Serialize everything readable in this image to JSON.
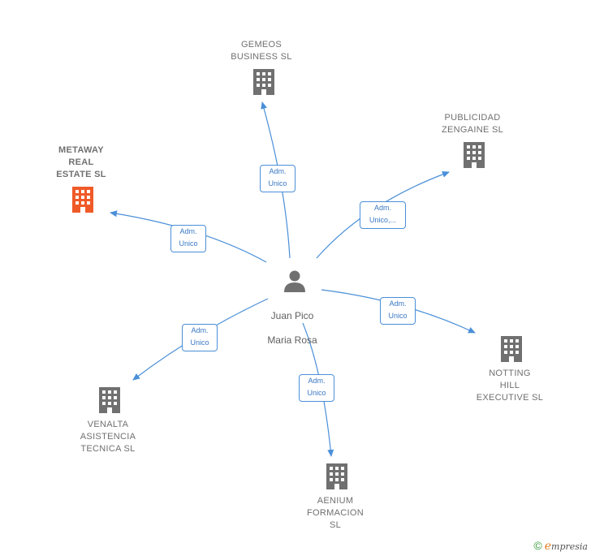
{
  "center": {
    "label_line1": "Juan Pico",
    "label_line2": "Maria Rosa"
  },
  "companies": [
    {
      "id": "gemeos",
      "label": "GEMEOS\nBUSINESS SL",
      "color": "#707070"
    },
    {
      "id": "publicidad",
      "label": "PUBLICIDAD\nZENGAINE SL",
      "color": "#707070"
    },
    {
      "id": "metaway",
      "label": "METAWAY\nREAL\nESTATE SL",
      "color": "#f05a28"
    },
    {
      "id": "notting",
      "label": "NOTTING\nHILL\nEXECUTIVE SL",
      "color": "#707070"
    },
    {
      "id": "venalta",
      "label": "VENALTA\nASISTENCIA\nTECNICA SL",
      "color": "#707070"
    },
    {
      "id": "aenium",
      "label": "AENIUM\nFORMACION\nSL",
      "color": "#707070"
    }
  ],
  "edges": [
    {
      "target": "gemeos",
      "line1": "Adm.",
      "line2": "Unico"
    },
    {
      "target": "publicidad",
      "line1": "Adm.",
      "line2": "Unico,..."
    },
    {
      "target": "metaway",
      "line1": "Adm.",
      "line2": "Unico"
    },
    {
      "target": "notting",
      "line1": "Adm.",
      "line2": "Unico"
    },
    {
      "target": "venalta",
      "line1": "Adm.",
      "line2": "Unico"
    },
    {
      "target": "aenium",
      "line1": "Adm.",
      "line2": "Unico"
    }
  ],
  "footer": {
    "copyright": "©",
    "brand_initial": "e",
    "brand_rest": "mpresia"
  },
  "colors": {
    "edge": "#4a8fd8",
    "building": "#707070",
    "highlight": "#f05a28"
  }
}
